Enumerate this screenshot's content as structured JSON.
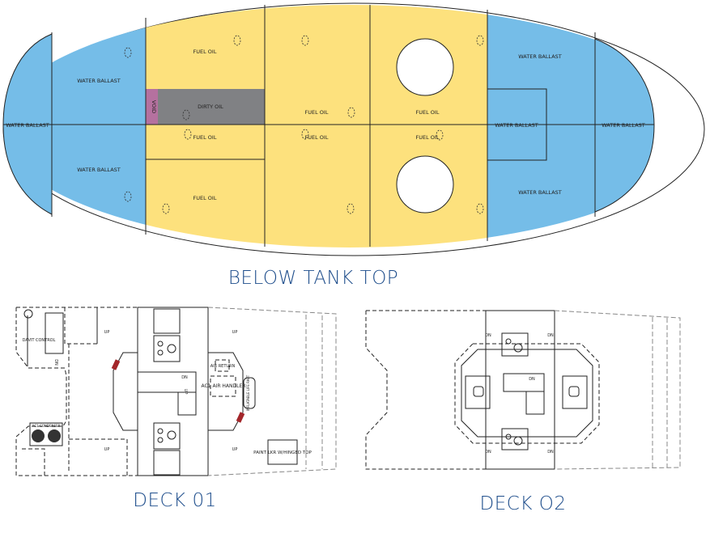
{
  "colors": {
    "water_ballast": "#75bde8",
    "fuel_oil": "#fde17d",
    "dirty_oil": "#808184",
    "void": "#b5719f",
    "title": "#1f4e8c",
    "hatch_red": "#a3262a"
  },
  "tank_plan": {
    "title": "BELOW TANK TOP",
    "labels": {
      "wb_left_cap": "WATER BALLAST",
      "wb_left_top": "WATER BALLAST",
      "wb_left_bottom": "WATER BALLAST",
      "fo_1": "FUEL OIL",
      "void": "VOID",
      "dirty_oil": "DIRTY OIL",
      "fo_2": "FUEL OIL",
      "fo_3": "FUEL OIL",
      "fo_4": "FUEL OIL",
      "fo_5": "FUEL OIL",
      "fo_6": "FUEL OIL",
      "fo_7": "FUEL OIL",
      "wb_right_top": "WATER BALLAST",
      "wb_right_mid": "WATER BALLAST",
      "wb_right_bottom": "WATER BALLAST",
      "wb_right_cap": "WATER BALLAST"
    }
  },
  "deck01": {
    "title": "DECK 01",
    "labels": {
      "davit_control": "DAVIT CONTROL",
      "dn_1": "DN",
      "up_1": "UP",
      "up_2": "UP",
      "up_3": "UP",
      "up_4": "UP",
      "dn_stair": "DN",
      "up_stair": "UP",
      "air_return": "AIR RETURN",
      "ac_air_handler": "AC1 AIR HANDLER",
      "life_raft": "INFLATABLE LIFE RAFT",
      "ac_condenser": "AC1 CONDENSER",
      "paint_locker": "PAINT LKR W/HINGED TOP"
    }
  },
  "deck02": {
    "title": "DECK O2",
    "labels": {
      "dn_1": "DN",
      "dn_2": "DN",
      "dn_3": "DN",
      "dn_4": "DN",
      "dn_5": "DN"
    }
  }
}
